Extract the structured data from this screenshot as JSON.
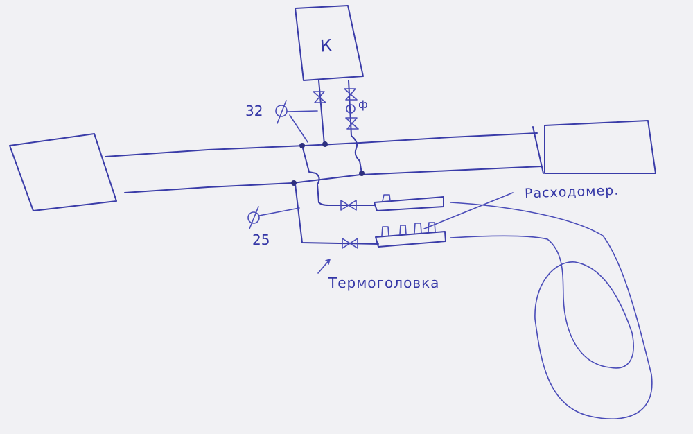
{
  "diagram": {
    "type": "hand-drawn heating piping schematic",
    "ink_color": "#3a3ca8",
    "paper_color": "#f1f1f4",
    "nodes": {
      "boiler": {
        "label": "К",
        "shape": "box",
        "position": "top-center"
      },
      "left_unit": {
        "label": "",
        "shape": "box",
        "position": "left"
      },
      "right_unit": {
        "label": "",
        "shape": "box",
        "position": "right"
      },
      "flow_meter_manifold": {
        "label": "Расходомер.",
        "shape": "manifold with 1 outlet"
      },
      "thermo_manifold": {
        "label": "",
        "shape": "manifold with 4 outlets"
      },
      "floor_loop": {
        "label": "",
        "shape": "underfloor heating loop"
      }
    },
    "annotations": {
      "boiler_label": "К",
      "diameter_top": "32",
      "diameter_bottom": "25",
      "diameter_symbol": "Ø",
      "filter_mark": "ф",
      "flow_meter": "Расходомер.",
      "thermo_head": "Термоголовка"
    },
    "edges": [
      {
        "from": "left_unit",
        "to": "right_unit",
        "note": "supply pipe (upper main)"
      },
      {
        "from": "left_unit",
        "to": "right_unit",
        "note": "return pipe (lower main)"
      },
      {
        "from": "boiler",
        "to": "upper main",
        "note": "valve on left riser"
      },
      {
        "from": "boiler",
        "to": "upper main",
        "note": "two valves + filter on right riser"
      },
      {
        "from": "lower main",
        "to": "flow_meter_manifold",
        "note": "via valve"
      },
      {
        "from": "lower main",
        "to": "thermo_manifold",
        "note": "via valve (thermo head)"
      },
      {
        "from": "flow_meter_manifold",
        "to": "floor_loop"
      },
      {
        "from": "thermo_manifold",
        "to": "floor_loop"
      }
    ]
  }
}
